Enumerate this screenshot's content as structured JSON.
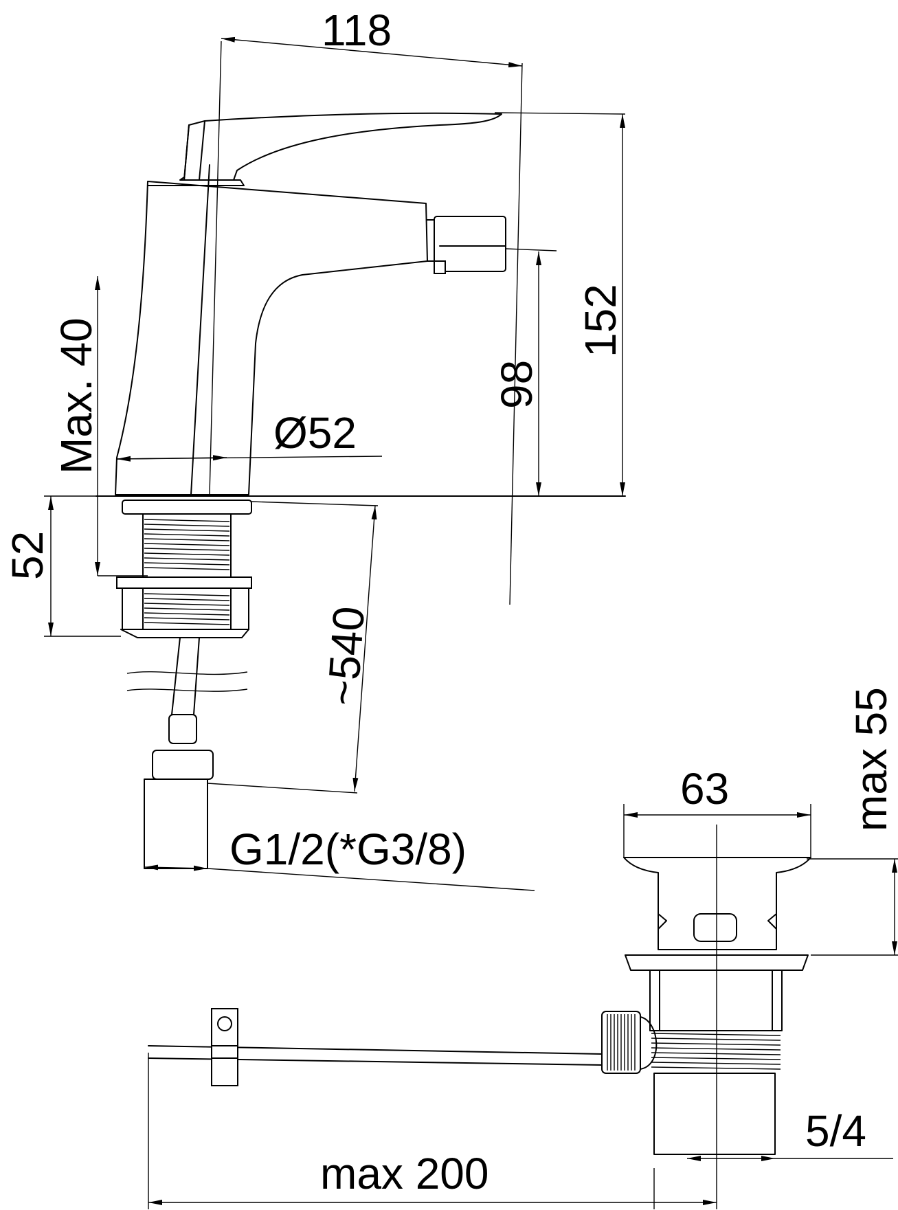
{
  "dimensions": {
    "width_118": "118",
    "height_152": "152",
    "spout_98": "98",
    "max_40": "Max. 40",
    "dia_52": "Ø52",
    "shank_52": "52",
    "hose_540": "~540",
    "thread": "G1/2(*G3/8)",
    "max_55": "max 55",
    "head_63": "63",
    "thread_54": "5/4",
    "max_200": "max 200"
  },
  "colors": {
    "line": "#000000",
    "background": "#ffffff"
  }
}
